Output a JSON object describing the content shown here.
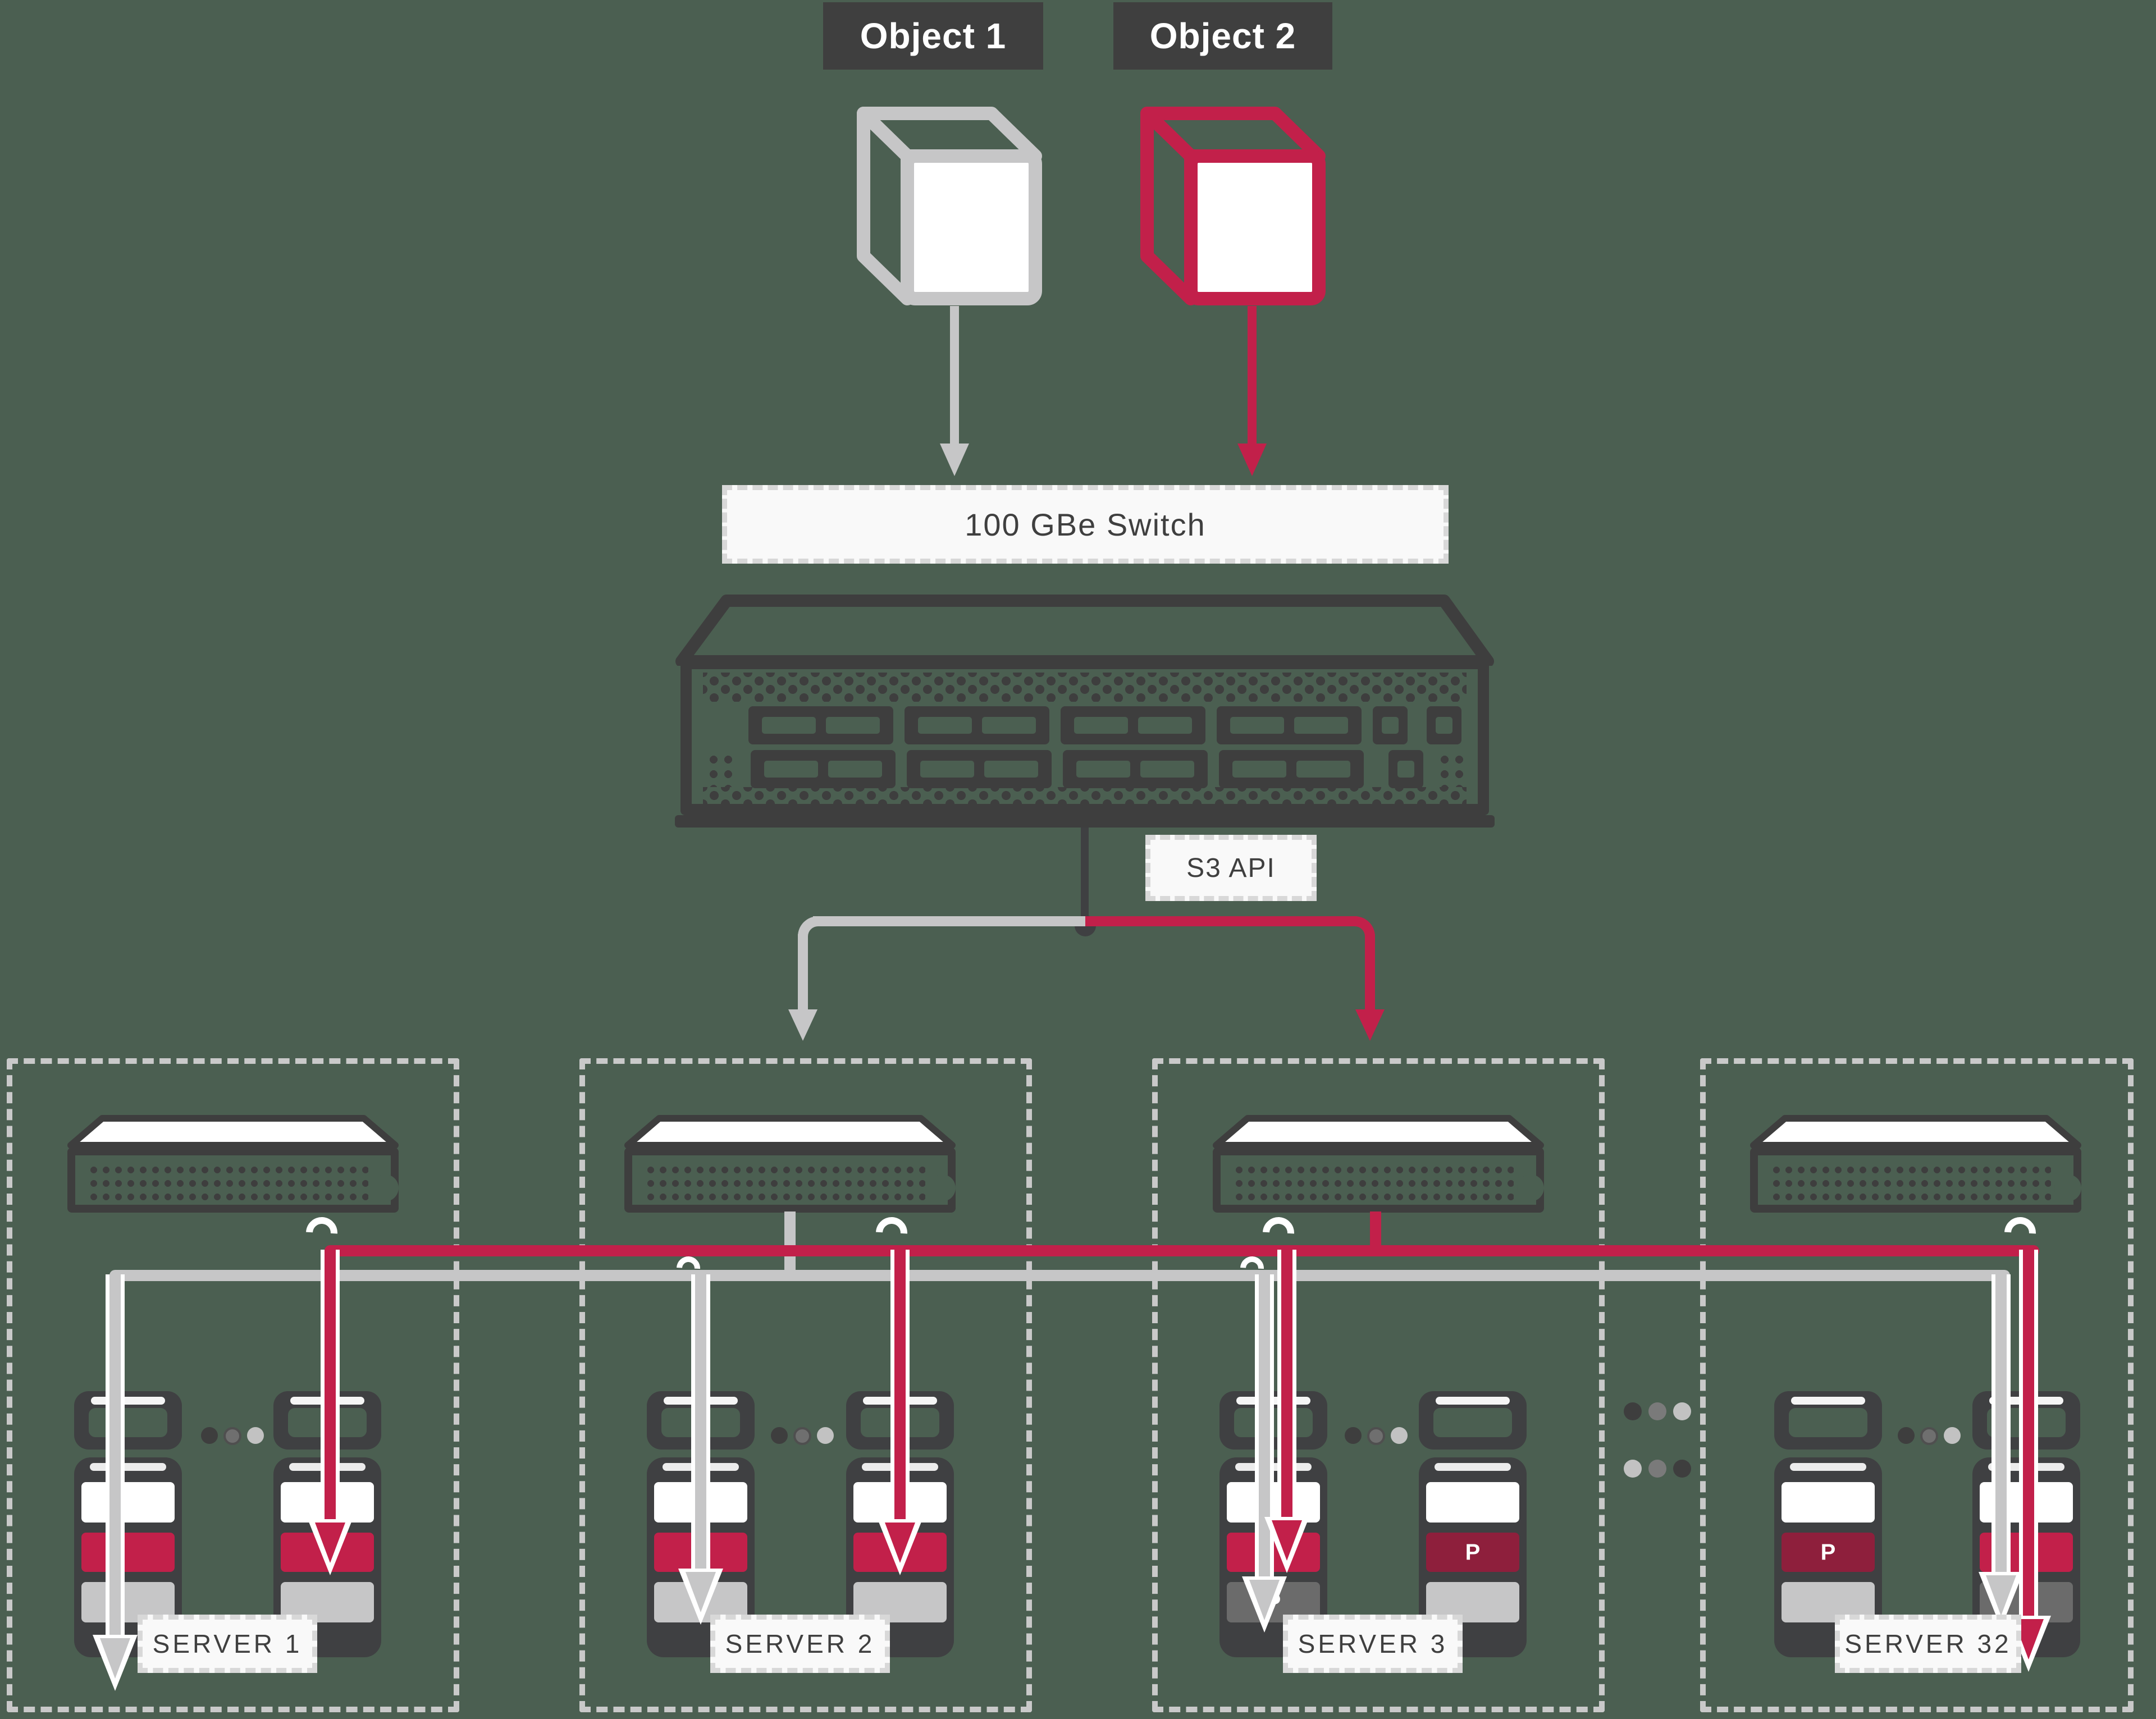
{
  "objects": [
    {
      "label": "Object 1",
      "color": "#C6C6C7"
    },
    {
      "label": "Object 2",
      "color": "#C2204A"
    }
  ],
  "network_switch": {
    "label": "100 GBe Switch"
  },
  "api": {
    "label": "S3 API"
  },
  "servers": [
    {
      "name": "SERVER 1"
    },
    {
      "name": "SERVER 2"
    },
    {
      "name": "SERVER 3"
    },
    {
      "name": "SERVER 32"
    }
  ],
  "disk": {
    "parity_label": "P"
  },
  "colors": {
    "background": "#4B5F51",
    "chassis_dark": "#3E3E3E",
    "object1_gray": "#C6C6C7",
    "object2_red": "#C2204A",
    "parity_maroon": "#8E1F3C",
    "parity_gray": "#6B6B6B",
    "disk_gray_band": "#C6C6C7",
    "label_box_bg": "#F9F9F9",
    "label_text": "#3F3F3F"
  }
}
